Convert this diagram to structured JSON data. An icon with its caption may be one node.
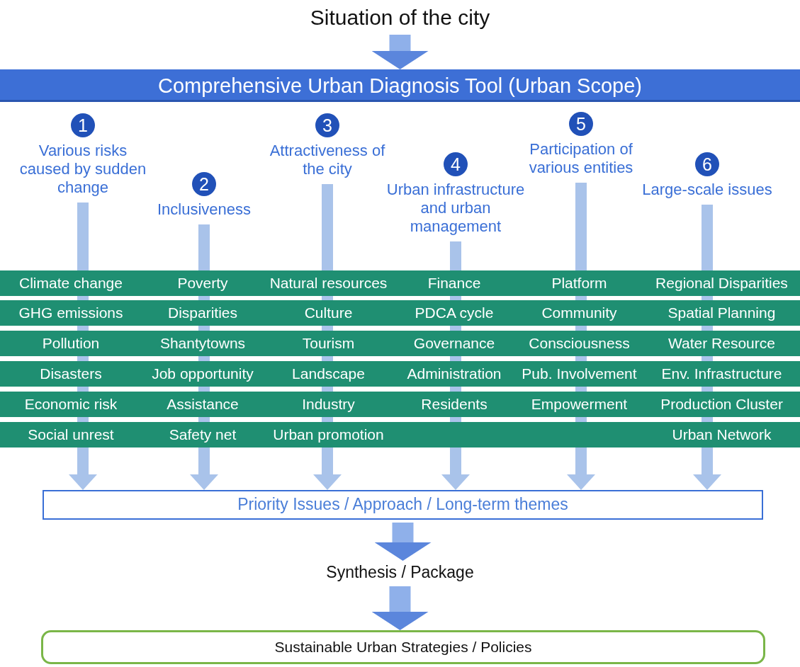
{
  "diagram": {
    "nodes": [
      {
        "text": [
          "Situation of the city"
        ]
      },
      {
        "text": [
          "Comprehensive Urban Diagnosis Tool (Urban Scope)"
        ]
      },
      {
        "text": [
          "1",
          "Various risks caused by sudden change"
        ]
      },
      {
        "text": [
          "2",
          "Inclusiveness"
        ]
      },
      {
        "text": [
          "3",
          "Attractiveness of the city"
        ]
      },
      {
        "text": [
          "4",
          "Urban infrastructure and urban management"
        ]
      },
      {
        "text": [
          "5",
          "Participation of various entities"
        ]
      },
      {
        "text": [
          "6",
          "Large-scale issues"
        ]
      },
      {
        "text": [
          "Priority Issues / Approach / Long-term themes"
        ]
      },
      {
        "text": [
          "Synthesis / Package"
        ]
      },
      {
        "text": [
          "Sustainable Urban Strategies / Policies"
        ]
      }
    ],
    "edges": [
      {
        "from": 0,
        "to": 1,
        "arrow": "to",
        "style": "thick"
      },
      {
        "from": 2,
        "to": 8,
        "arrow": "to"
      },
      {
        "from": 3,
        "to": 8,
        "arrow": "to"
      },
      {
        "from": 4,
        "to": 8,
        "arrow": "to"
      },
      {
        "from": 5,
        "to": 8,
        "arrow": "to"
      },
      {
        "from": 6,
        "to": 8,
        "arrow": "to"
      },
      {
        "from": 7,
        "to": 8,
        "arrow": "to"
      },
      {
        "from": 8,
        "to": 9,
        "arrow": "to",
        "style": "thick"
      },
      {
        "from": 9,
        "to": 10,
        "arrow": "to",
        "style": "thick"
      }
    ],
    "labels": [
      "Climate change",
      "Poverty",
      "Natural resources",
      "Finance",
      "Platform",
      "Regional Disparities",
      "GHG emissions",
      "Disparities",
      "Culture",
      "PDCA cycle",
      "Community",
      "Spatial Planning",
      "Pollution",
      "Shantytowns",
      "Tourism",
      "Governance",
      "Consciousness",
      "Water Resource",
      "Disasters",
      "Job opportunity",
      "Landscape",
      "Administration",
      "Pub. Involvement",
      "Env. Infrastructure",
      "Economic risk",
      "Assistance",
      "Industry",
      "Residents",
      "Empowerment",
      "Production Cluster",
      "Social unrest",
      "Safety net",
      "Urban promotion",
      "Urban Network"
    ]
  }
}
